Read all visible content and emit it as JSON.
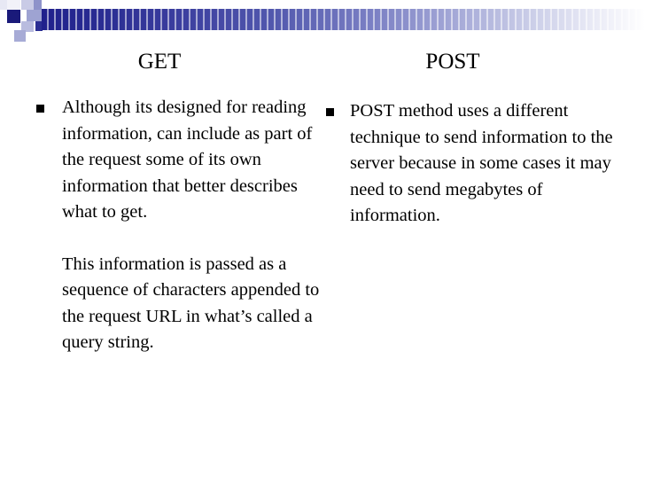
{
  "slide": {
    "background_color": "#ffffff",
    "text_color": "#000000",
    "decoration": {
      "name": "header-gradient-band",
      "gradient_from": "#20208c",
      "gradient_to": "#ffffff",
      "accent_navy": "#1a1a7a",
      "accent_light": "#a7abd6"
    },
    "columns": [
      {
        "id": "get",
        "title": "GET",
        "bullet_glyph": "square-bullet",
        "bullets": [
          {
            "paragraphs": [
              "Although its designed for reading information, can include as part of the request some of its own information that better describes what to get.",
              "This information is passed as a sequence of characters appended to the request URL in what’s called a query string."
            ]
          }
        ]
      },
      {
        "id": "post",
        "title": "POST",
        "bullet_glyph": "square-bullet",
        "bullets": [
          {
            "paragraphs": [
              "POST method uses a different technique to send information to the server because in some cases it may need to send megabytes of information."
            ]
          }
        ]
      }
    ]
  }
}
